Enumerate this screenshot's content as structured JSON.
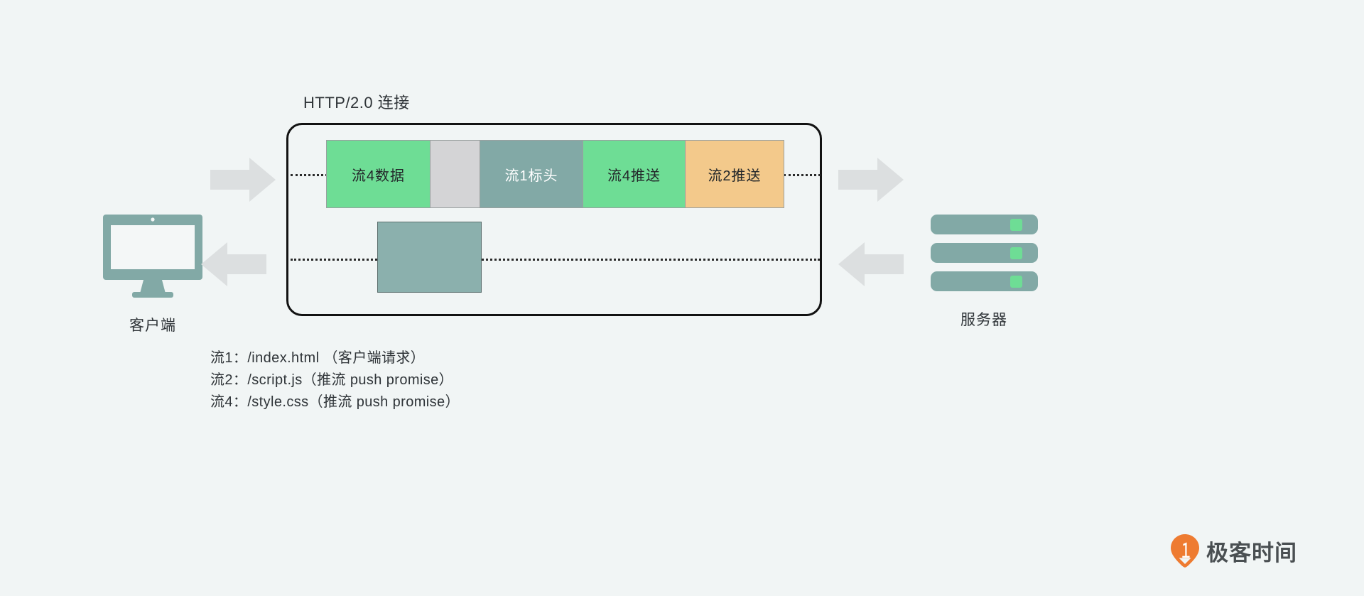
{
  "diagram": {
    "connection_title": "HTTP/2.0 连接",
    "client": {
      "label": "客户端",
      "icon": "monitor-icon"
    },
    "server": {
      "label": "服务器",
      "icon": "server-rack-icon"
    },
    "arrows": [
      {
        "name": "arrow-client-out",
        "direction": "right"
      },
      {
        "name": "arrow-client-in",
        "direction": "left"
      },
      {
        "name": "arrow-server-in",
        "direction": "right"
      },
      {
        "name": "arrow-server-out",
        "direction": "left"
      }
    ],
    "frames": [
      {
        "label": "流4数据",
        "color": "#6edd95",
        "style": "green"
      },
      {
        "label": "",
        "color": "#d4d4d6",
        "style": "blank"
      },
      {
        "label": "流1标头",
        "color": "#82a9a6",
        "style": "teal"
      },
      {
        "label": "流4推送",
        "color": "#6edd95",
        "style": "green"
      },
      {
        "label": "流2推送",
        "color": "#f3c98b",
        "style": "orange"
      }
    ],
    "response_frame": {
      "label": "",
      "color": "#8bb0ad"
    },
    "legend": [
      "流1：/index.html （客户端请求）",
      "流2：/script.js（推流 push promise）",
      "流4：/style.css（推流 push promise）"
    ]
  },
  "brand": {
    "name": "极客时间",
    "accent": "#ee7b31"
  },
  "colors": {
    "background": "#f1f5f5",
    "teal": "#82a9a6",
    "green": "#6edd95",
    "orange": "#f3c98b",
    "gray": "#d4d4d6",
    "arrow": "#dcdfe0",
    "outline": "#121212"
  }
}
